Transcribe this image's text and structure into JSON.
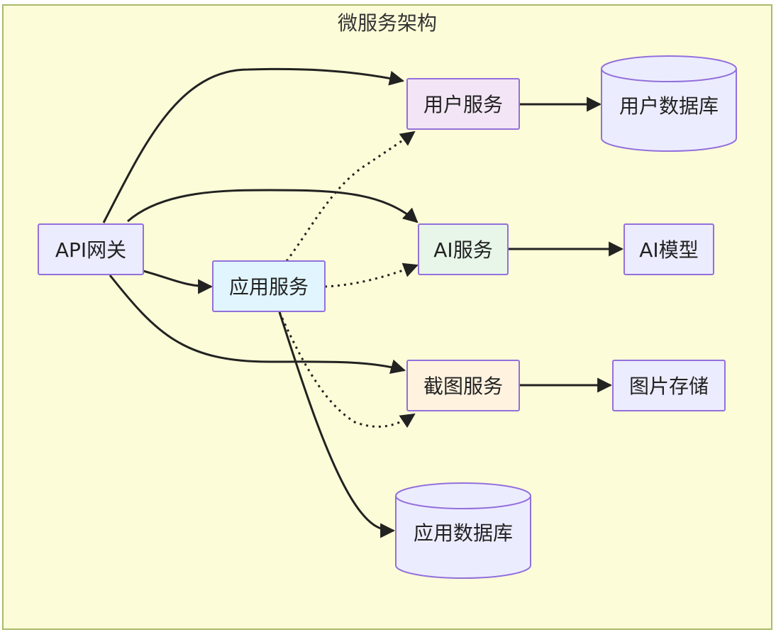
{
  "diagram": {
    "type": "flowchart",
    "title": "微服务架构",
    "colors": {
      "background": "#fcfcd8",
      "border": "#a9ba6b",
      "node_border": "#9370DB",
      "edge": "#222222"
    },
    "nodes": {
      "gateway": {
        "label": "API网关",
        "shape": "rect",
        "fill": "#ECECFF"
      },
      "app_service": {
        "label": "应用服务",
        "shape": "rect",
        "fill": "#E1F5FE"
      },
      "user_service": {
        "label": "用户服务",
        "shape": "rect",
        "fill": "#F3E5F5"
      },
      "ai_service": {
        "label": "AI服务",
        "shape": "rect",
        "fill": "#E8F5E9"
      },
      "screenshot_service": {
        "label": "截图服务",
        "shape": "rect",
        "fill": "#FFF3E0"
      },
      "user_db": {
        "label": "用户数据库",
        "shape": "cylinder",
        "fill": "#ECECFF"
      },
      "ai_model": {
        "label": "AI模型",
        "shape": "rect",
        "fill": "#ECECFF"
      },
      "image_storage": {
        "label": "图片存储",
        "shape": "rect",
        "fill": "#ECECFF"
      },
      "app_db": {
        "label": "应用数据库",
        "shape": "cylinder",
        "fill": "#ECECFF"
      }
    },
    "edges": [
      {
        "from": "gateway",
        "to": "user_service",
        "style": "solid"
      },
      {
        "from": "gateway",
        "to": "ai_service",
        "style": "solid"
      },
      {
        "from": "gateway",
        "to": "app_service",
        "style": "solid"
      },
      {
        "from": "gateway",
        "to": "screenshot_service",
        "style": "solid"
      },
      {
        "from": "app_service",
        "to": "user_service",
        "style": "dotted"
      },
      {
        "from": "app_service",
        "to": "ai_service",
        "style": "dotted"
      },
      {
        "from": "app_service",
        "to": "screenshot_service",
        "style": "dotted"
      },
      {
        "from": "app_service",
        "to": "app_db",
        "style": "solid"
      },
      {
        "from": "user_service",
        "to": "user_db",
        "style": "solid"
      },
      {
        "from": "ai_service",
        "to": "ai_model",
        "style": "solid"
      },
      {
        "from": "screenshot_service",
        "to": "image_storage",
        "style": "solid"
      }
    ]
  }
}
